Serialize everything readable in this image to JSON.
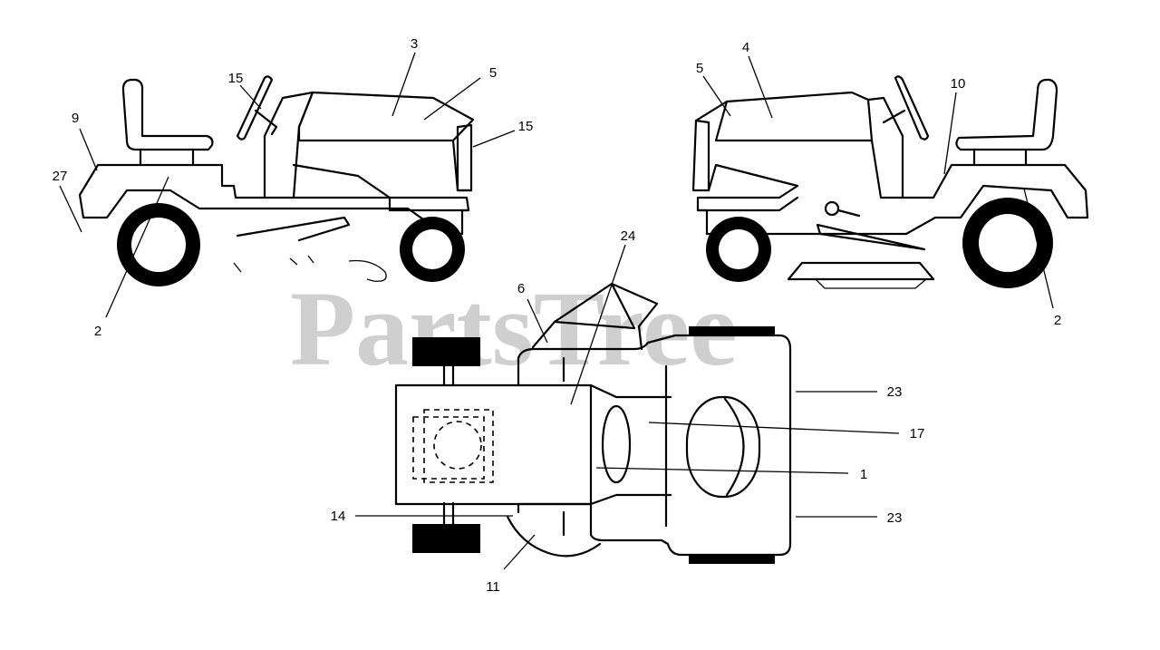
{
  "watermark": "PartsTree",
  "views": {
    "left_side": {
      "callouts": [
        "3",
        "5",
        "15",
        "15",
        "9",
        "27",
        "2"
      ]
    },
    "right_side": {
      "callouts": [
        "4",
        "5",
        "10",
        "2"
      ]
    },
    "top": {
      "callouts": [
        "24",
        "6",
        "23",
        "17",
        "1",
        "23",
        "14",
        "11"
      ]
    }
  }
}
